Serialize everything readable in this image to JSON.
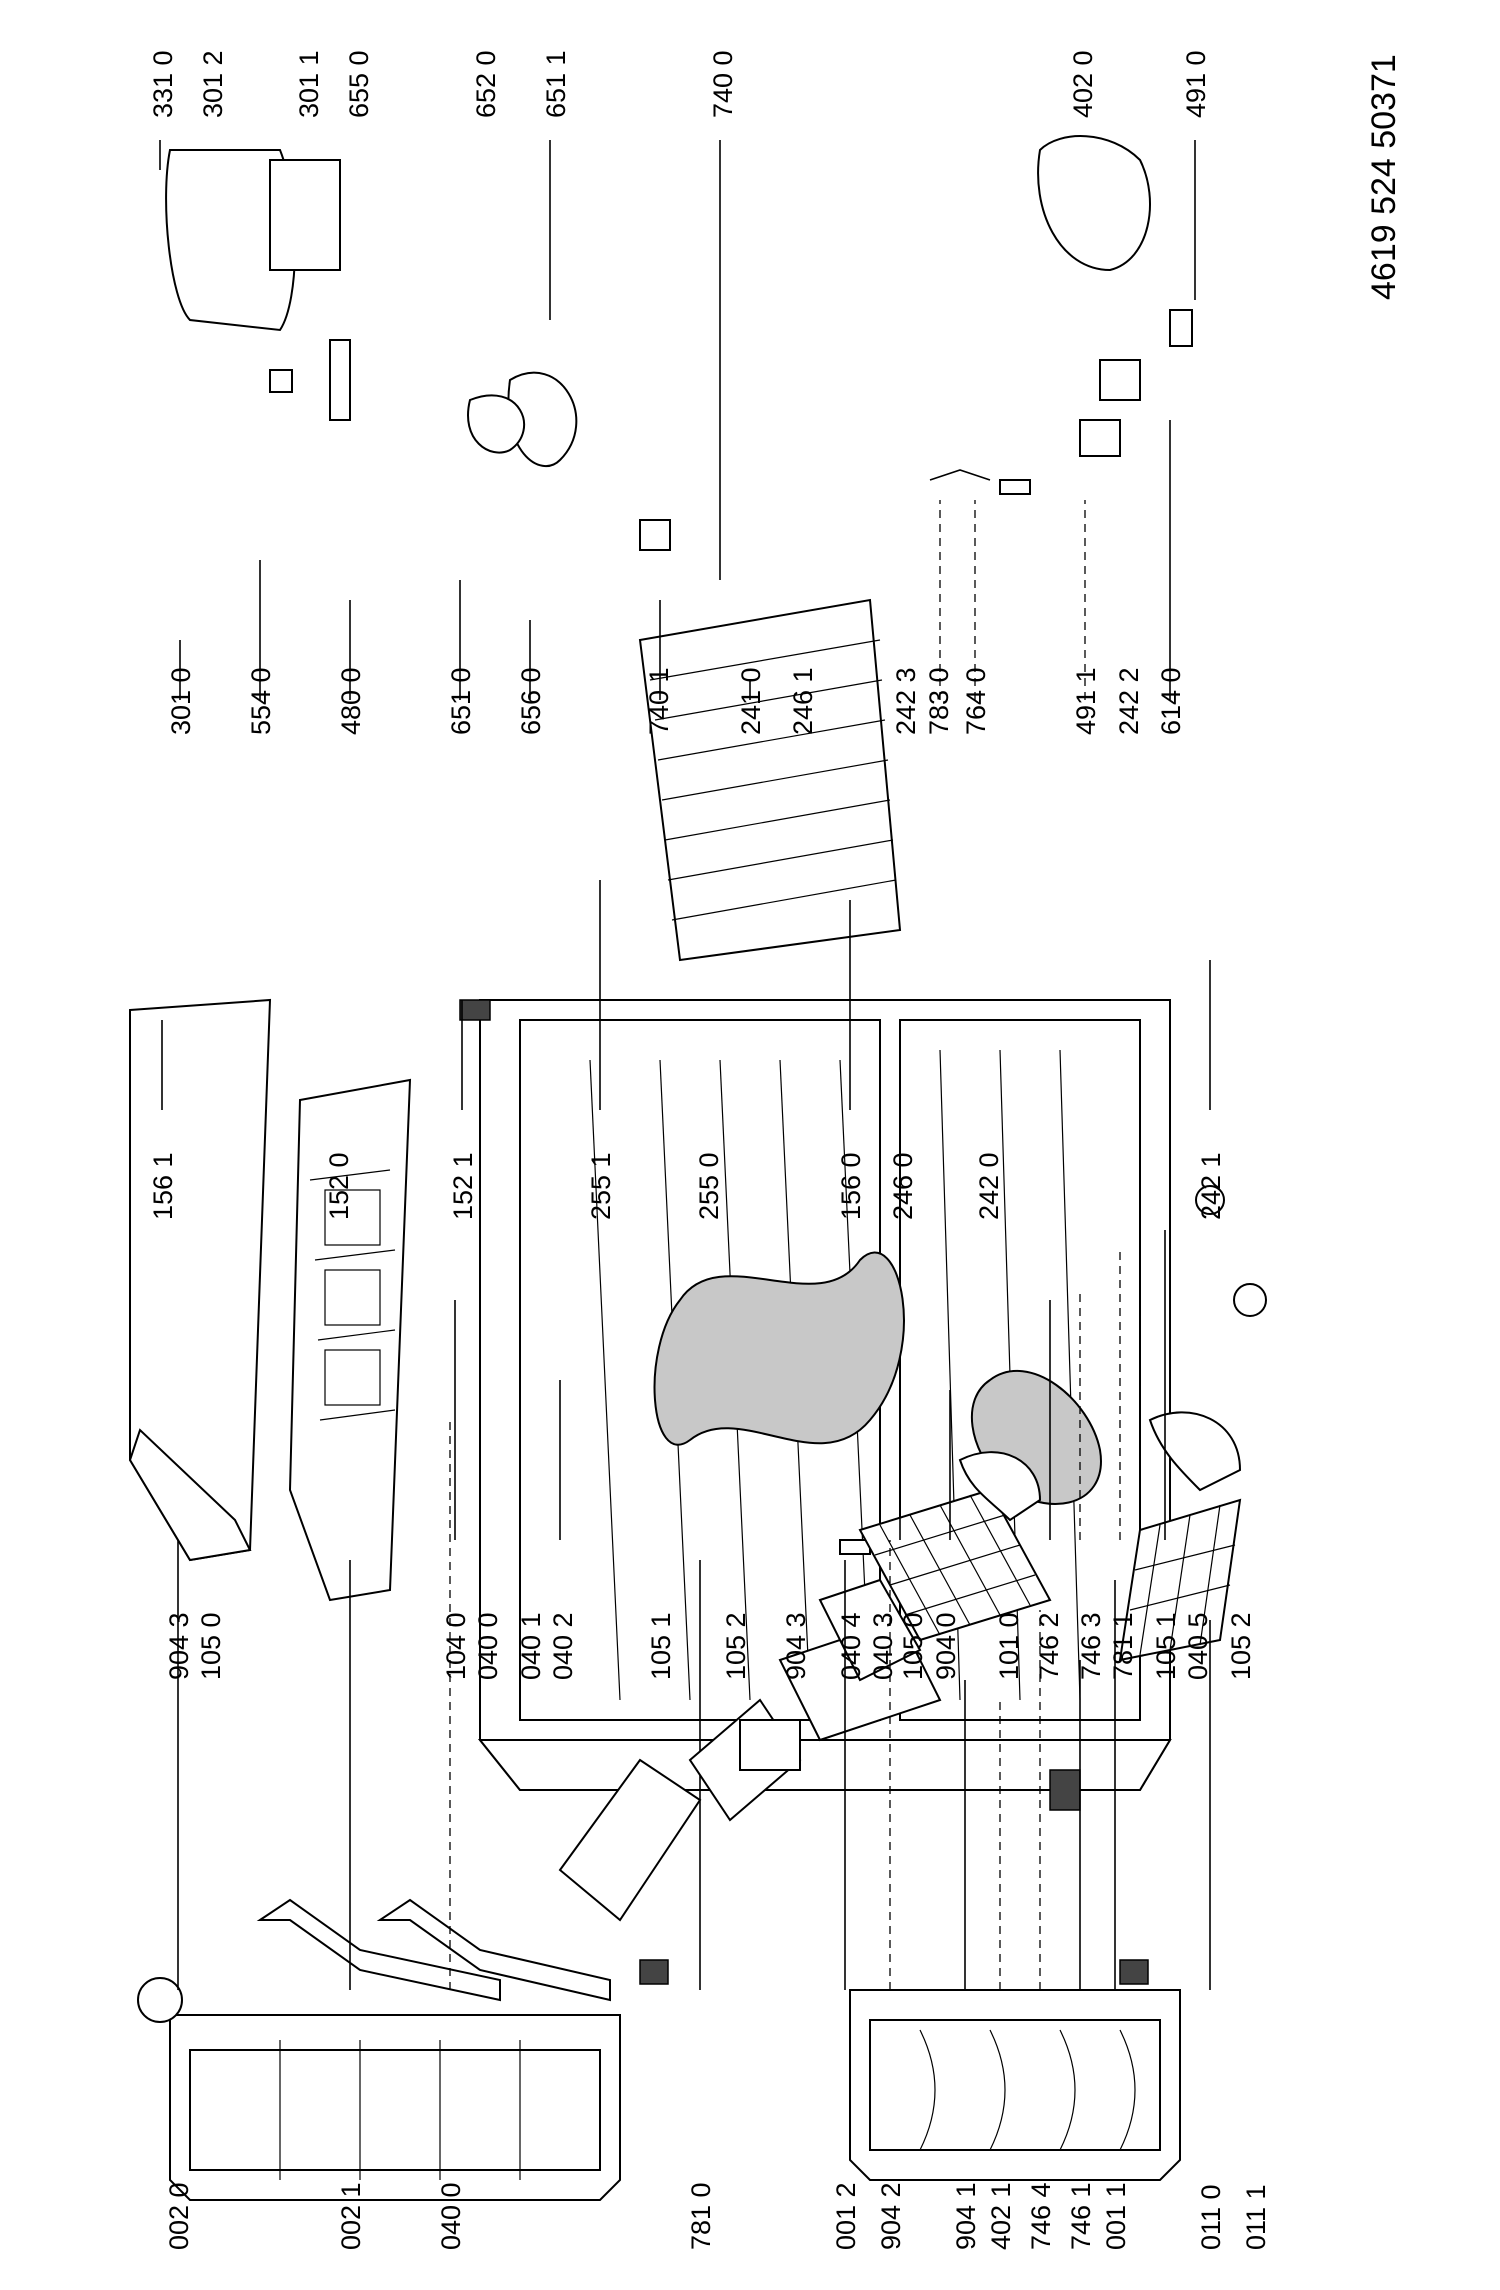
{
  "document_code": "4619 524 50371",
  "columns": {
    "col1": [
      "002 0",
      "002 1",
      "040 0",
      "781 0",
      "001 2",
      "904 2",
      "904 1",
      "402 1",
      "746 4",
      "746 1",
      "001 1",
      "011 0",
      "011 1"
    ],
    "col2": [
      "904 3",
      "105 0",
      "104 0",
      "040 0",
      "040 1",
      "040 2",
      "105 1",
      "105 2",
      "904 3",
      "040 4",
      "040 3",
      "105 0",
      "904 0",
      "101 0",
      "746 2",
      "746 3",
      "781 1",
      "105 1",
      "040 5",
      "105 2"
    ],
    "col3": [
      "156 1",
      "152 0",
      "152 1",
      "255 1",
      "255 0",
      "156 0",
      "246 0",
      "242 0",
      "242 1"
    ],
    "col4": [
      "301 0",
      "554 0",
      "480 0",
      "651 0",
      "656 0",
      "740 1",
      "241 0",
      "246 1",
      "242 3",
      "783 0",
      "764 0",
      "491 1",
      "242 2",
      "614 0"
    ],
    "col5": [
      "331 0",
      "301 2",
      "301 1",
      "655 0",
      "652 0",
      "651 1",
      "740 0",
      "402 0",
      "491 0"
    ]
  }
}
